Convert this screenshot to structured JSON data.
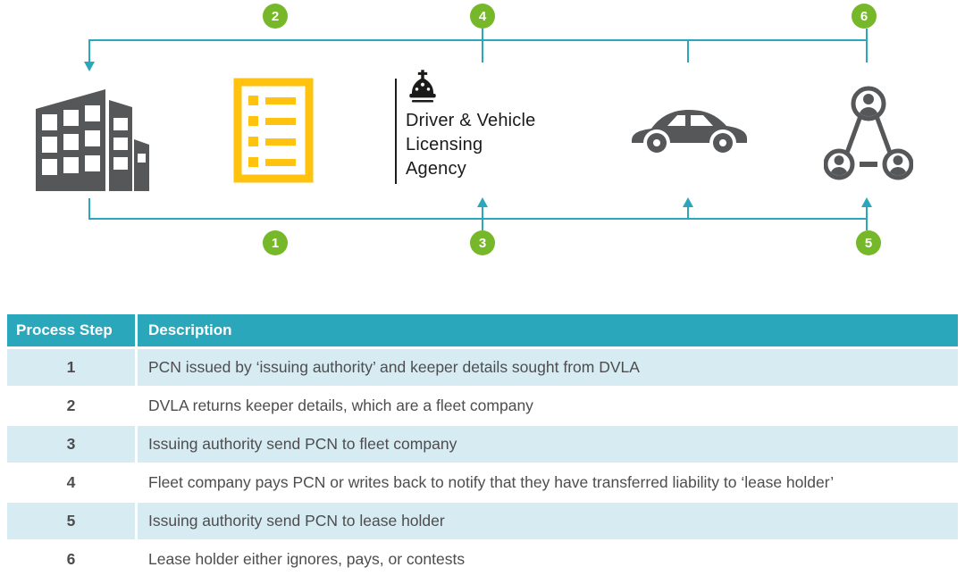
{
  "title": "PCN fleet liability transfer process",
  "colors": {
    "teal_accent": "#2BA7BC",
    "badge_green": "#76B82A",
    "checklist_yellow": "#FFC20E",
    "icon_gray": "#565759",
    "row_light_blue": "#D7ECF2",
    "table_text": "#4D4D4F",
    "dvla_black": "#1b1b1a"
  },
  "diagram": {
    "badges": {
      "b1": "1",
      "b2": "2",
      "b3": "3",
      "b4": "4",
      "b5": "5",
      "b6": "6"
    },
    "dvla": {
      "line1": "Driver & Vehicle",
      "line2": "Licensing",
      "line3": "Agency"
    },
    "icons": {
      "building": "issuing-authority-building-icon",
      "checklist": "pcn-checklist-icon",
      "crown": "dvla-crown-icon",
      "car": "vehicle-icon",
      "network": "lease-holder-people-network-icon"
    }
  },
  "table": {
    "headers": [
      "Process Step",
      "Description"
    ],
    "rows": [
      {
        "step": "1",
        "description": "PCN issued by ‘issuing authority’ and keeper details sought from DVLA"
      },
      {
        "step": "2",
        "description": "DVLA returns keeper details, which are a fleet company"
      },
      {
        "step": "3",
        "description": "Issuing authority send PCN to fleet company"
      },
      {
        "step": "4",
        "description": "Fleet company pays PCN or writes back to notify that they have transferred liability to ‘lease holder’"
      },
      {
        "step": "5",
        "description": "Issuing authority send PCN to lease holder"
      },
      {
        "step": "6",
        "description": "Lease holder either ignores, pays, or contests"
      }
    ]
  }
}
